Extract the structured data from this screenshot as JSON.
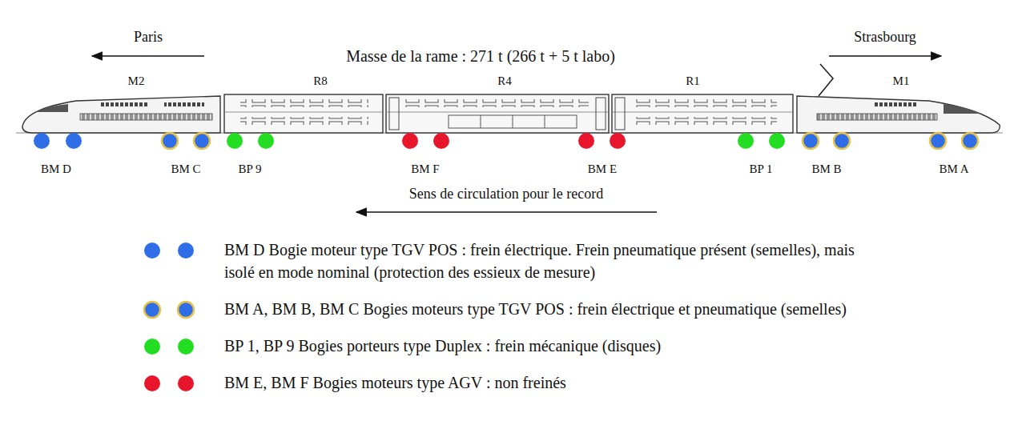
{
  "diagram": {
    "title": "Masse de la rame : 271 t (266 t + 5 t labo)",
    "labels": [
      "Paris",
      "Strasbourg",
      "M2",
      "R8",
      "R4",
      "R1",
      "M1",
      "BM D",
      "BM C",
      "BP 9",
      "BM F",
      "BM E",
      "BP 1",
      "BM B",
      "BM A",
      "Sens de circulation pour le record"
    ],
    "legend": [
      {
        "text": "BM D Bogie moteur type TGV POS : frein électrique. Frein pneumatique présent (semelles), mais isolé en mode nominal (protection des essieux de mesure)",
        "color": "#2f6ee6"
      },
      {
        "text": "BM A, BM B, BM C Bogies moteurs type TGV POS : frein électrique et pneumatique (semelles)"
      },
      {
        "text": "BP 1, BP 9 Bogies porteurs type Duplex : frein mécanique (disques)",
        "color": "#22dd22"
      },
      {
        "text": "BM E, BM F Bogies moteurs type AGV : non freinés",
        "color": "#e8162c"
      }
    ]
  }
}
